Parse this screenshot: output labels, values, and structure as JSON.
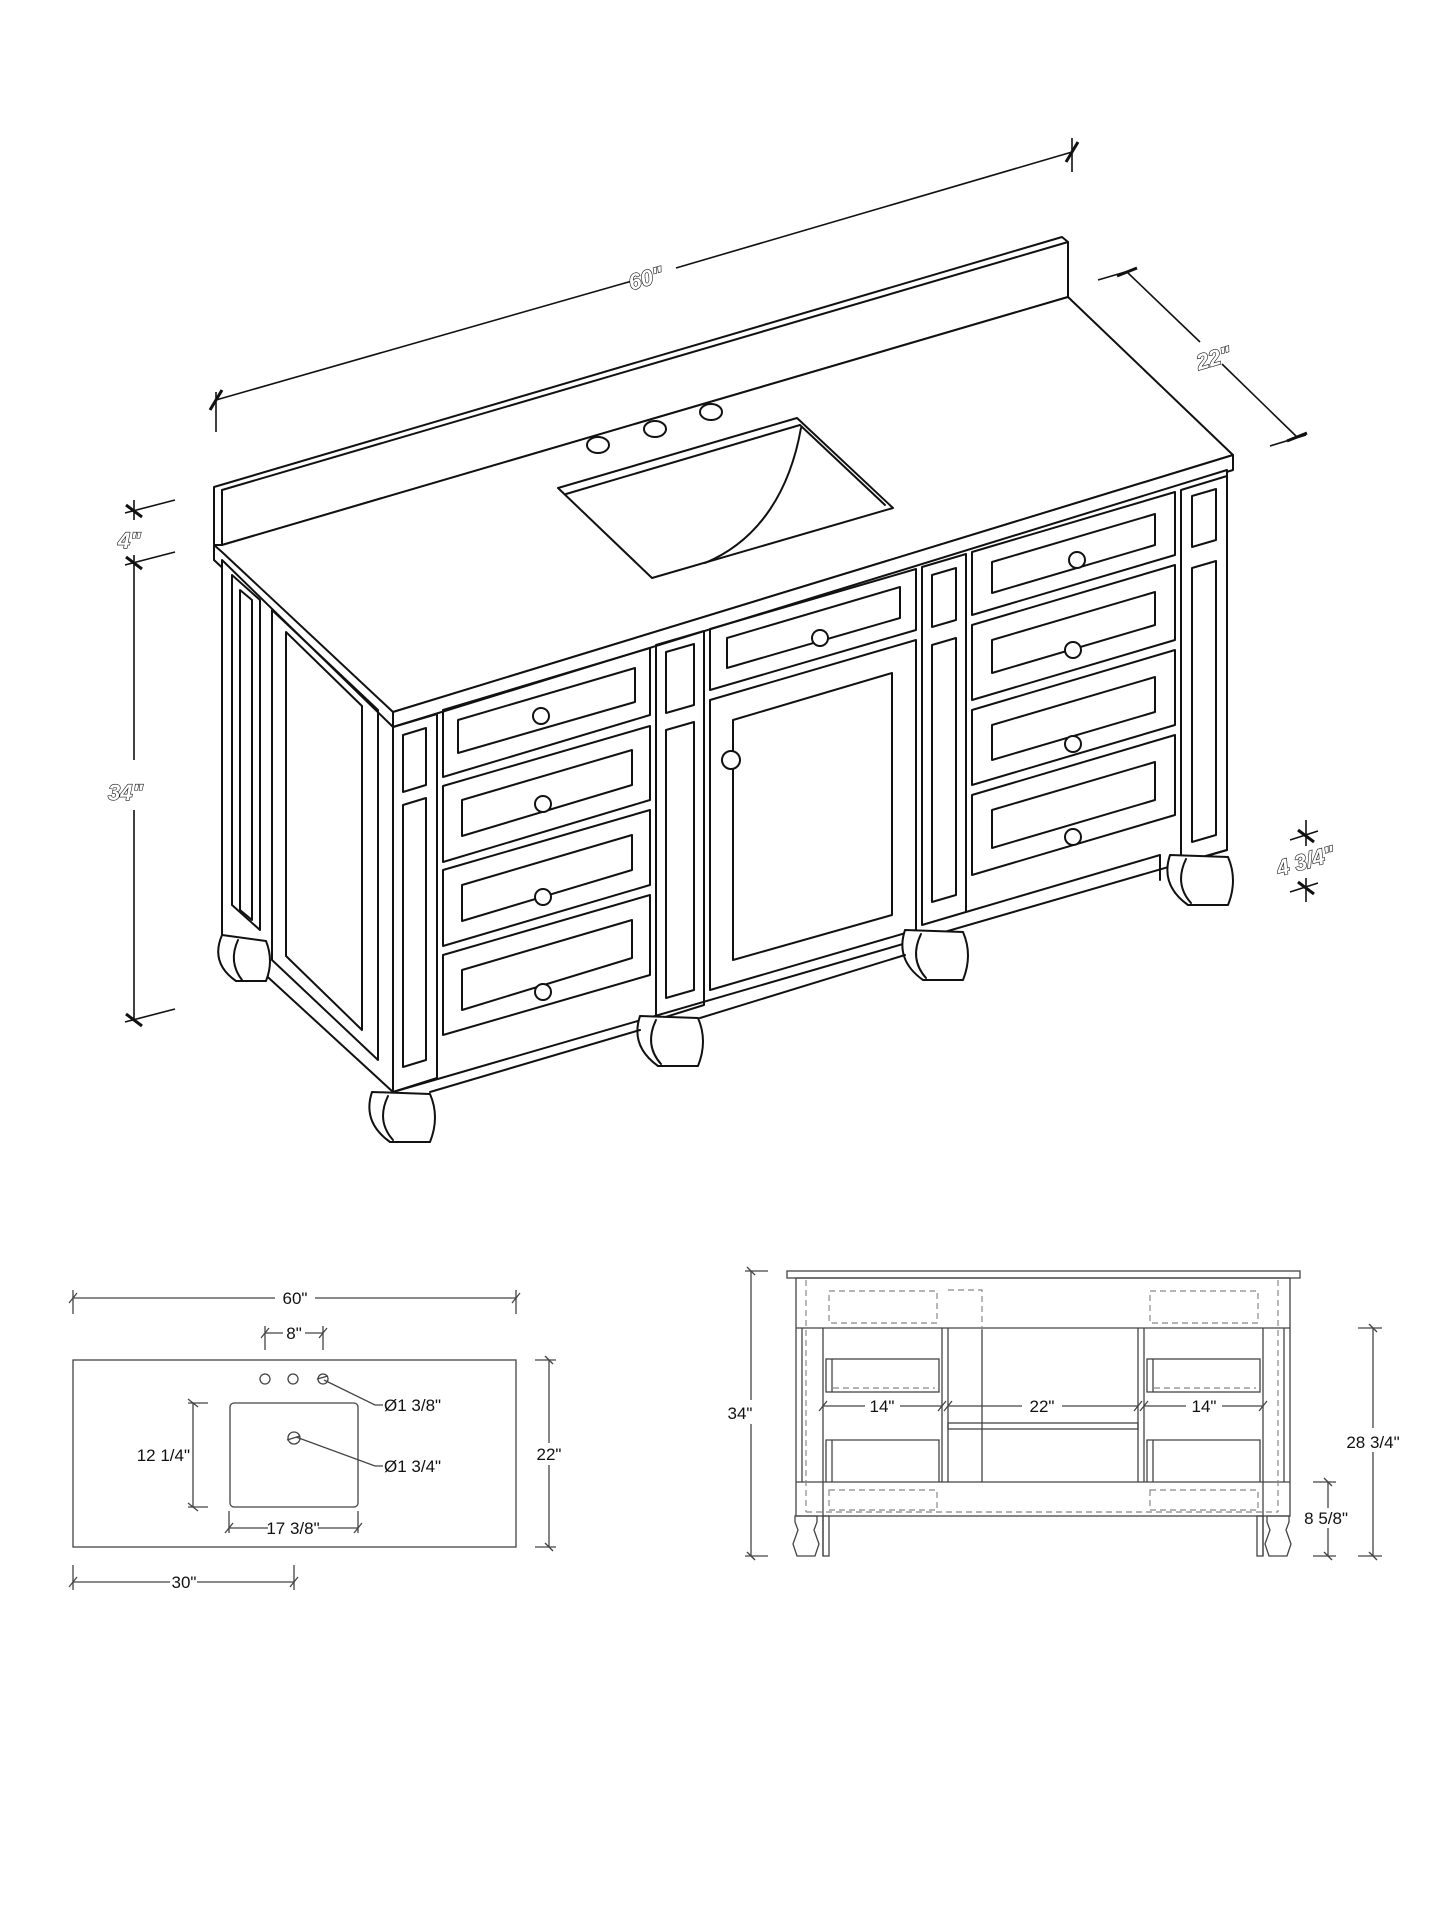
{
  "isometric_view": {
    "overall_width": "60\"",
    "depth": "22\"",
    "backsplash_height": "4\"",
    "cabinet_height": "34\"",
    "toe_kick_height": "4 3/4\""
  },
  "top_view": {
    "overall_width": "60\"",
    "faucet_spread": "8\"",
    "faucet_hole_diameter": "Ø1 3/8\"",
    "drain_diameter": "Ø1 3/4\"",
    "sink_depth": "12 1/4\"",
    "sink_width": "17 3/8\"",
    "top_depth": "22\"",
    "sink_center_offset": "30\""
  },
  "front_view": {
    "overall_height": "34\"",
    "left_bay_width": "14\"",
    "center_bay_width": "22\"",
    "right_bay_width": "14\"",
    "interior_height": "28 3/4\"",
    "base_height": "8 5/8\""
  },
  "colors": {
    "line": "#111111",
    "hidden_line": "#888888",
    "background": "#ffffff"
  }
}
